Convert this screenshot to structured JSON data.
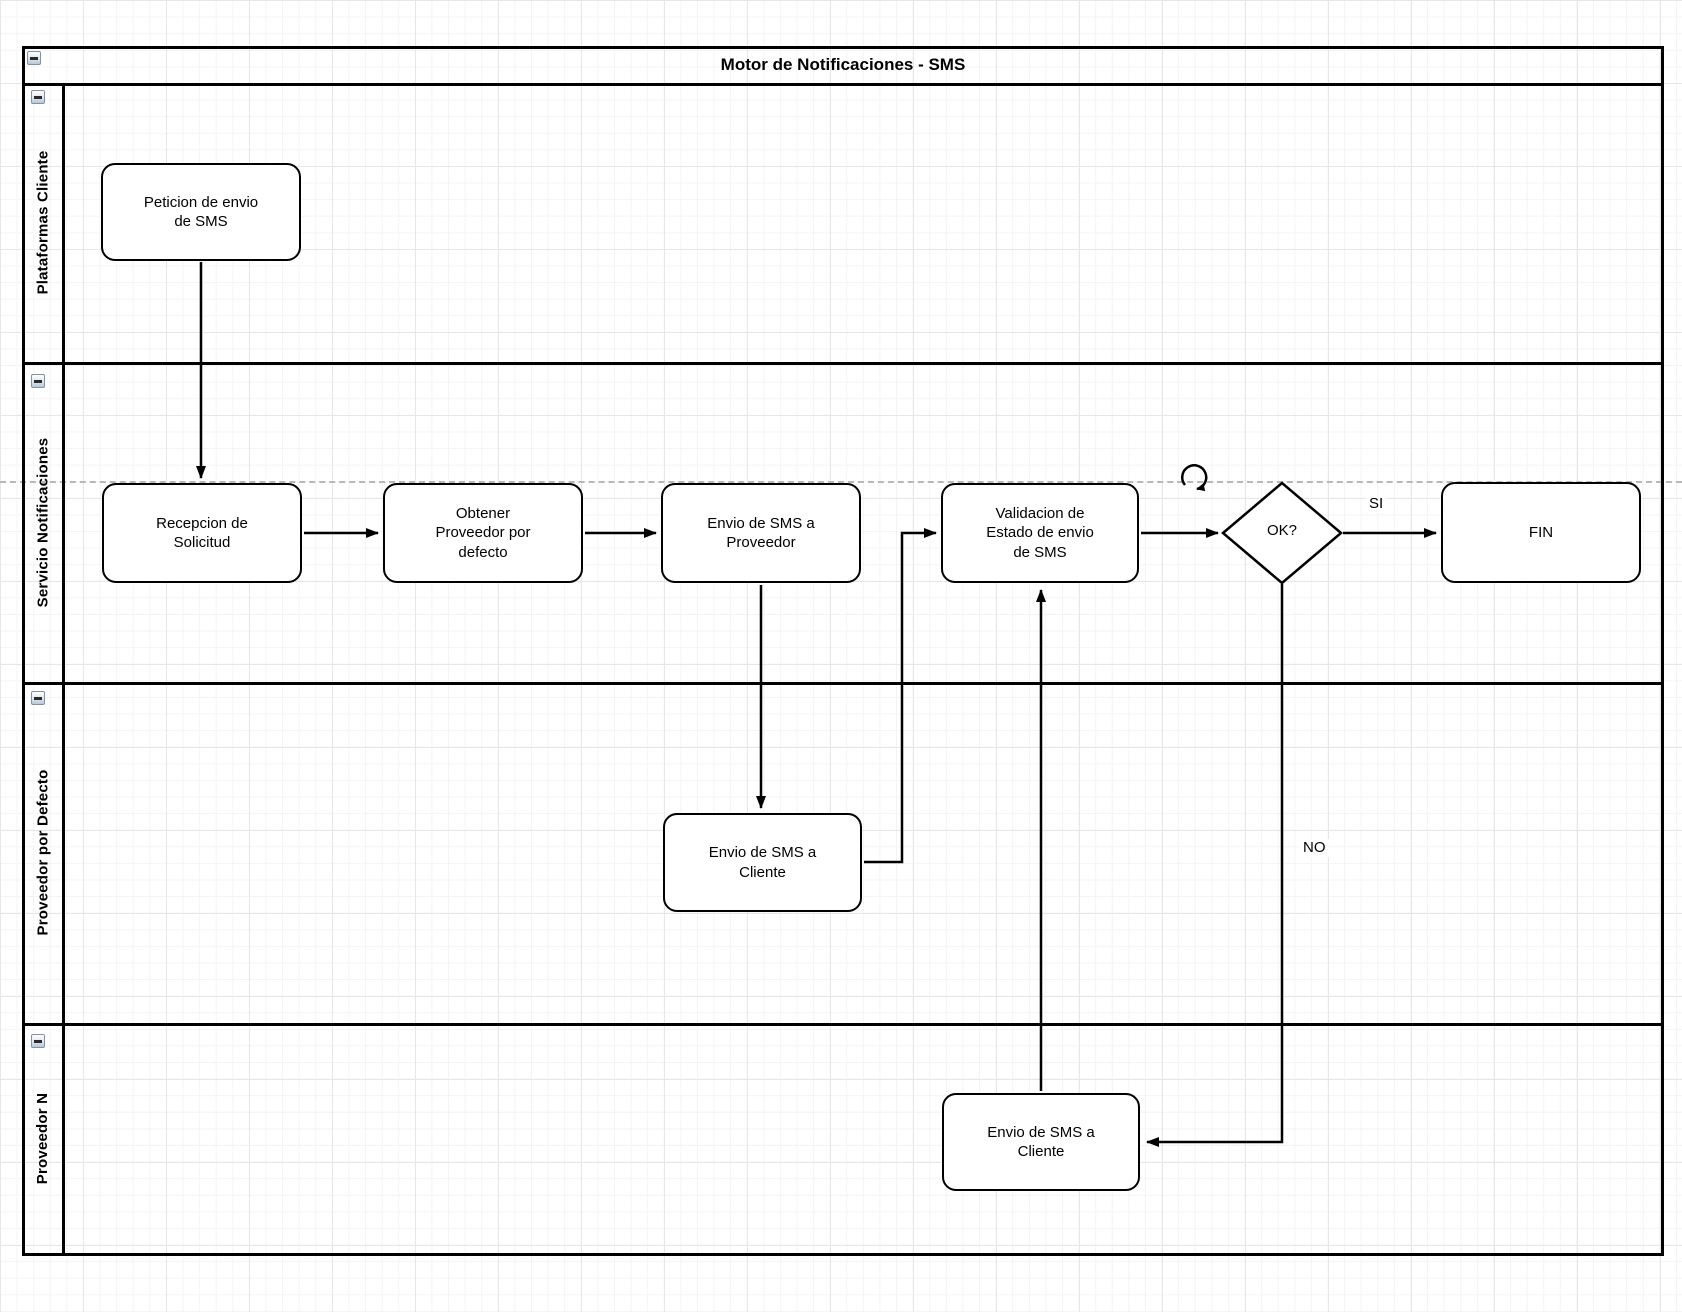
{
  "diagram": {
    "title": "Motor de Notificaciones - SMS",
    "lanes": [
      {
        "label": "Plataformas Cliente"
      },
      {
        "label": "Servicio Notificaciones"
      },
      {
        "label": "Proveedor por Defecto"
      },
      {
        "label": "Proveedor N"
      }
    ],
    "nodes": {
      "peticion": {
        "label": [
          "Peticion de envio",
          "de SMS"
        ]
      },
      "recepcion": {
        "label": [
          "Recepcion de",
          "Solicitud"
        ]
      },
      "obtener": {
        "label": [
          "Obtener",
          "Proveedor por",
          "defecto"
        ]
      },
      "envio_proveedor": {
        "label": [
          "Envio de SMS a",
          "Proveedor"
        ]
      },
      "validacion": {
        "label": [
          "Validacion de",
          "Estado de envio",
          "de SMS"
        ]
      },
      "decision_ok": {
        "label": "OK?"
      },
      "fin": {
        "label": "FIN"
      },
      "envio_cliente_defecto": {
        "label": [
          "Envio de SMS a",
          "Cliente"
        ]
      },
      "envio_cliente_n": {
        "label": [
          "Envio de SMS a",
          "Cliente"
        ]
      }
    },
    "edge_labels": {
      "si": "SI",
      "no": "NO"
    },
    "icons": {
      "collapse": "collapse-minus-icon",
      "loop": "loop-arrow-icon"
    },
    "colors": {
      "stroke": "#000000",
      "shape_fill": "#ffffff",
      "guide_dash": "#b8b8b8",
      "grid_minor": "#f4f4f4",
      "grid_major": "#e7e7e7"
    }
  }
}
